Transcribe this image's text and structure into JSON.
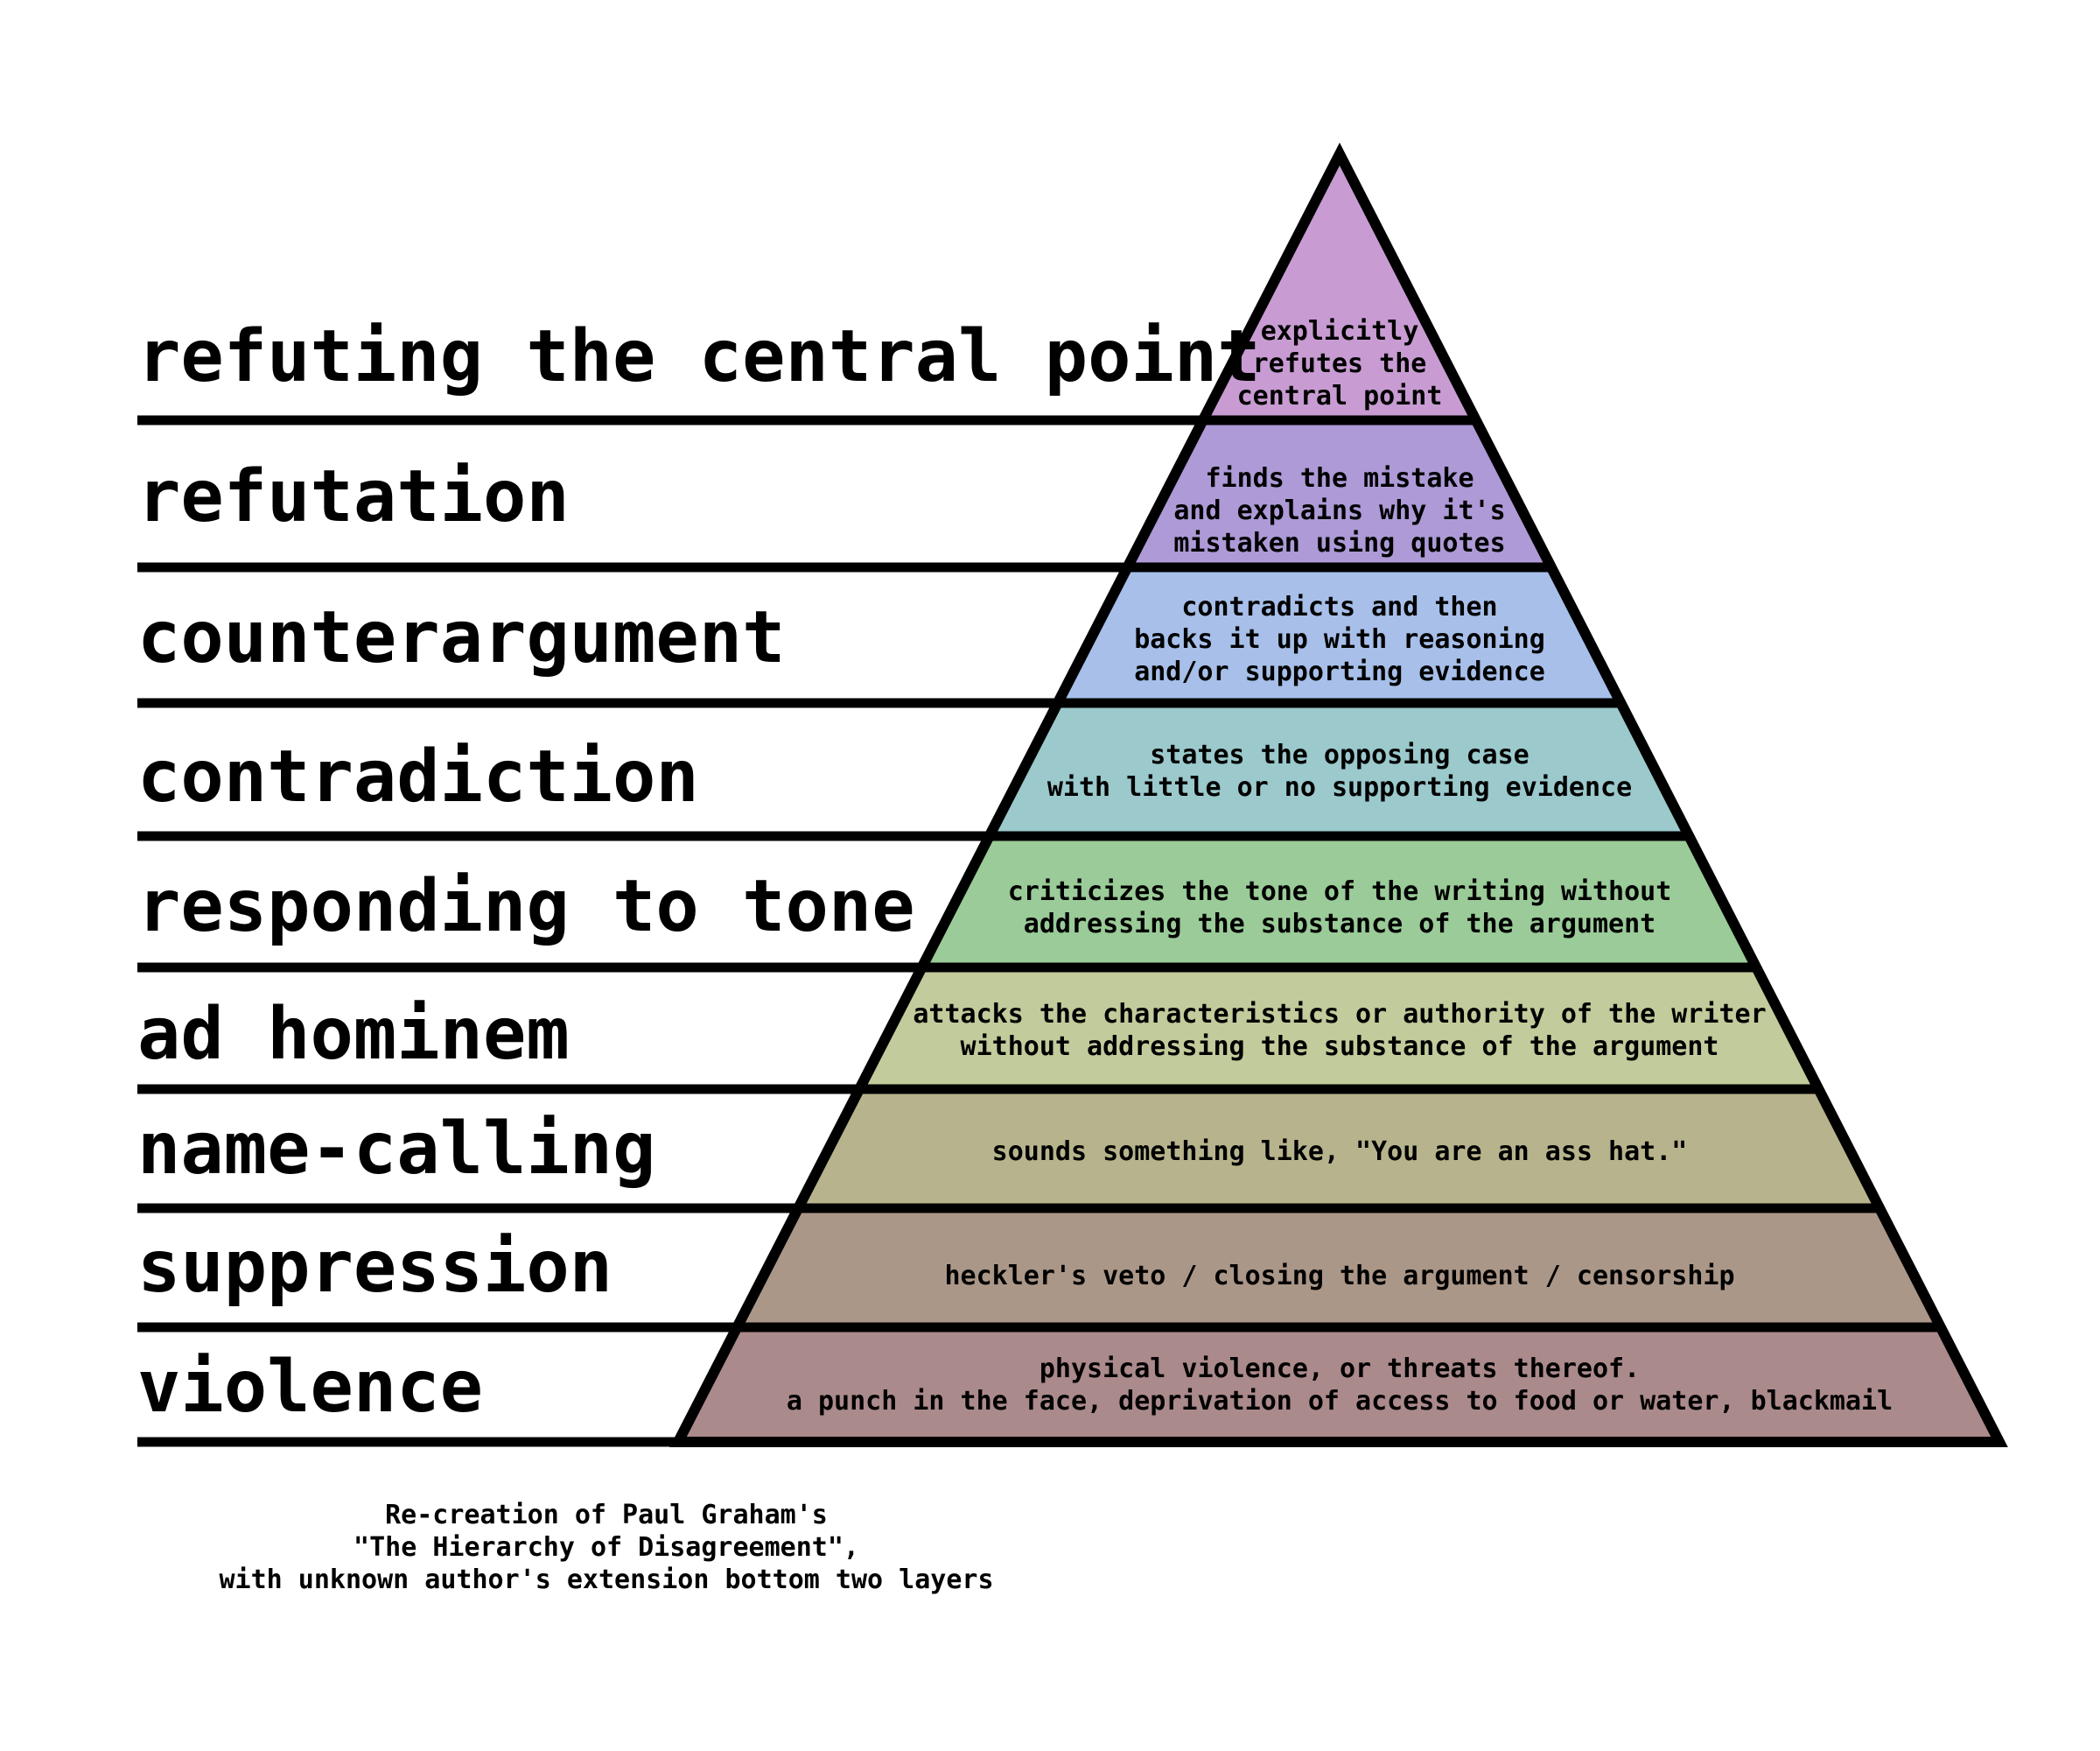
{
  "levels": [
    {
      "label": "refuting the central point",
      "description": [
        "explicitly",
        "refutes the",
        "central point"
      ],
      "color": "#c89cd2"
    },
    {
      "label": "refutation",
      "description": [
        "finds the mistake",
        "and explains why it's",
        "mistaken using quotes"
      ],
      "color": "#ad9ad6"
    },
    {
      "label": "counterargument",
      "description": [
        "contradicts and then",
        "backs it up with reasoning",
        "and/or supporting evidence"
      ],
      "color": "#a7bfe9"
    },
    {
      "label": "contradiction",
      "description": [
        "states the opposing case",
        "with little or no supporting evidence"
      ],
      "color": "#9bc9cc"
    },
    {
      "label": "responding to tone",
      "description": [
        "criticizes the tone of the writing without",
        "addressing the substance of the argument"
      ],
      "color": "#9acb98"
    },
    {
      "label": "ad hominem",
      "description": [
        "attacks the characteristics or authority of the writer",
        "without addressing the substance of the argument"
      ],
      "color": "#c2cb9b"
    },
    {
      "label": "name-calling",
      "description": [
        "sounds something like, \"You are an ass hat.\""
      ],
      "color": "#b7b48d"
    },
    {
      "label": "suppression",
      "description": [
        "heckler's veto / closing the argument / censorship"
      ],
      "color": "#ab9788"
    },
    {
      "label": "violence",
      "description": [
        "physical violence, or threats thereof.",
        "a punch in the face, deprivation of access to food or water, blackmail"
      ],
      "color": "#ab8a8c"
    }
  ],
  "caption": [
    "Re-creation of Paul Graham's",
    "\"The Hierarchy of Disagreement\",",
    "with unknown author's extension bottom two layers"
  ]
}
